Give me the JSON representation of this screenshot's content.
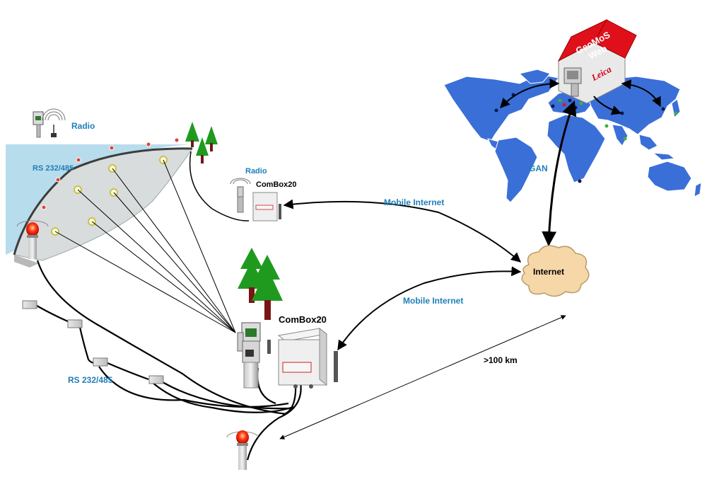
{
  "labels": {
    "radio_top": "Radio",
    "rs232_dam": "RS 232/485",
    "radio_mid": "Radio",
    "combox_small": "ComBox20",
    "mobile_internet_top": "Mobile Internet",
    "mobile_internet_bottom": "Mobile Internet",
    "combox_large": "ComBox20",
    "internet": "Internet",
    "gan": "GAN",
    "distance": ">100 km",
    "rs232_sensors": "RS 232/485"
  },
  "server": {
    "roof_text": "GeoMoS\nWeb",
    "brand": "Leica"
  },
  "colors": {
    "label_blue": "#1f7fb8",
    "map_blue": "#3a6fd8",
    "reservoir_blue": "#b7dcec",
    "roof_red": "#e0101a",
    "tree_green": "#1f9a1f",
    "cloud_fill": "#f6d7a8"
  },
  "icons": [
    "total-station-icon",
    "radio-antenna-icon",
    "combox-icon",
    "tree-icon",
    "warning-light-icon",
    "sensor-box-icon",
    "cloud-icon",
    "server-house-icon",
    "world-map-icon",
    "prism-icon"
  ]
}
